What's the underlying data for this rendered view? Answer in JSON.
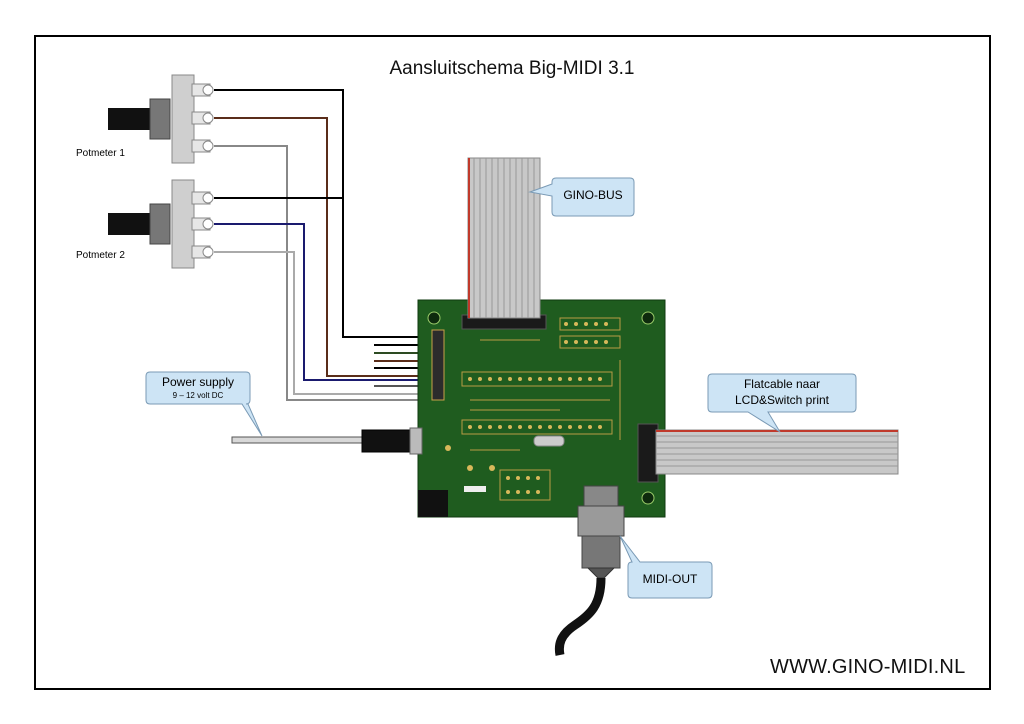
{
  "title": "Aansluitschema Big-MIDI 3.1",
  "footer": "WWW.GINO-MIDI.NL",
  "potmeters": [
    {
      "label": "Potmeter 1"
    },
    {
      "label": "Potmeter 2"
    }
  ],
  "callouts": {
    "gino_bus": "GINO-BUS",
    "power_supply": "Power supply",
    "power_supply_sub": "9 – 12 volt DC",
    "flatcable_line1": "Flatcable naar",
    "flatcable_line2": "LCD&Switch print",
    "midi_out": "MIDI-OUT"
  },
  "colors": {
    "pcb": "#1f5c1f",
    "callout_fill": "#cde4f5",
    "callout_stroke": "#7a9ab5",
    "ribbon": "#c8c8c8",
    "ribbon_red": "#c0392b"
  }
}
